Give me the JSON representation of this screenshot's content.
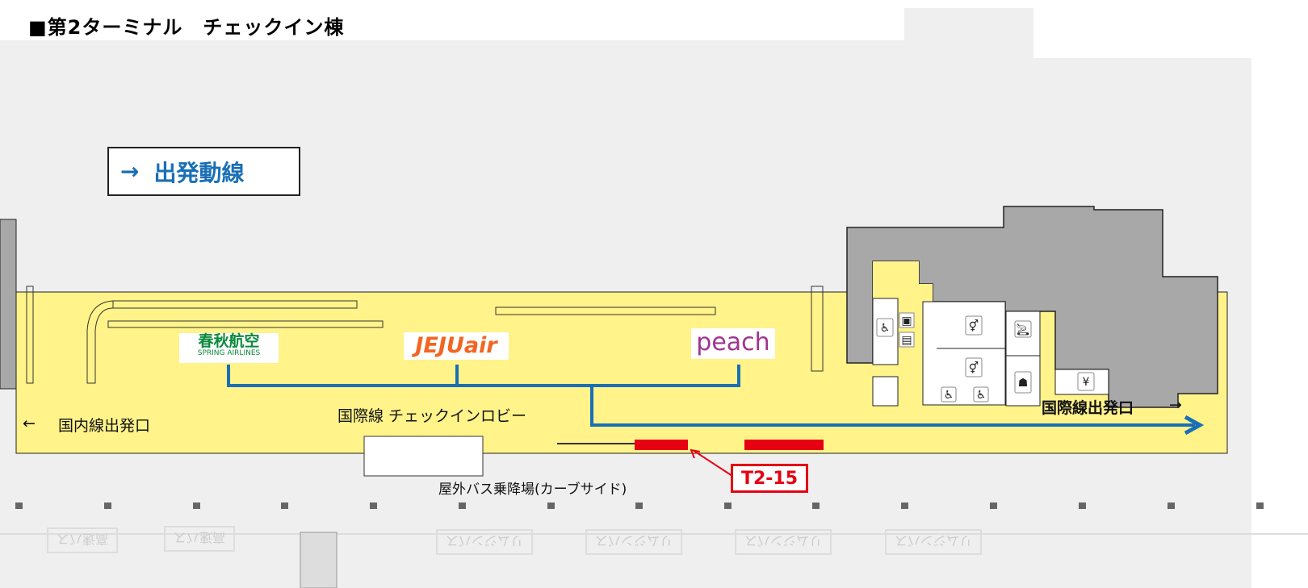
{
  "title": "■第2ターミナル　チェックイン棟",
  "departure_flow": {
    "arrow": "→",
    "label": "出発動線"
  },
  "airlines": [
    {
      "name": "春秋航空",
      "sub": "SPRING AIRLINES",
      "color": "#0a8a3c"
    },
    {
      "name": "JEJUair",
      "color": "#f26522"
    },
    {
      "name": "peach",
      "color": "#a0338f"
    }
  ],
  "labels": {
    "domestic_exit": "国内線出発口",
    "domestic_arrow": "←",
    "lobby": "国際線 チェックインロビー",
    "intl_exit": "国際線出発口",
    "intl_arrow": "→",
    "bus_area": "屋外バス乗降場(カーブサイド)",
    "marker": "T2-15"
  },
  "road_markings": [
    "高速バス",
    "高速バス",
    "リムジンバス",
    "リムジンバス",
    "リムジンバス",
    "リムジンバス"
  ],
  "icons": [
    "baby-room-icon",
    "counter-icon",
    "locker-icon",
    "restroom-icon",
    "restroom-icon",
    "wheelchair-icon",
    "wheelchair-icon",
    "smoking-icon",
    "service-counter-icon",
    "currency-exchange-icon"
  ],
  "colors": {
    "lobby": "#fff38a",
    "flow": "#1a6fb5",
    "marker": "#e60012",
    "building": "#a8a8a8",
    "ground": "#efefef"
  }
}
